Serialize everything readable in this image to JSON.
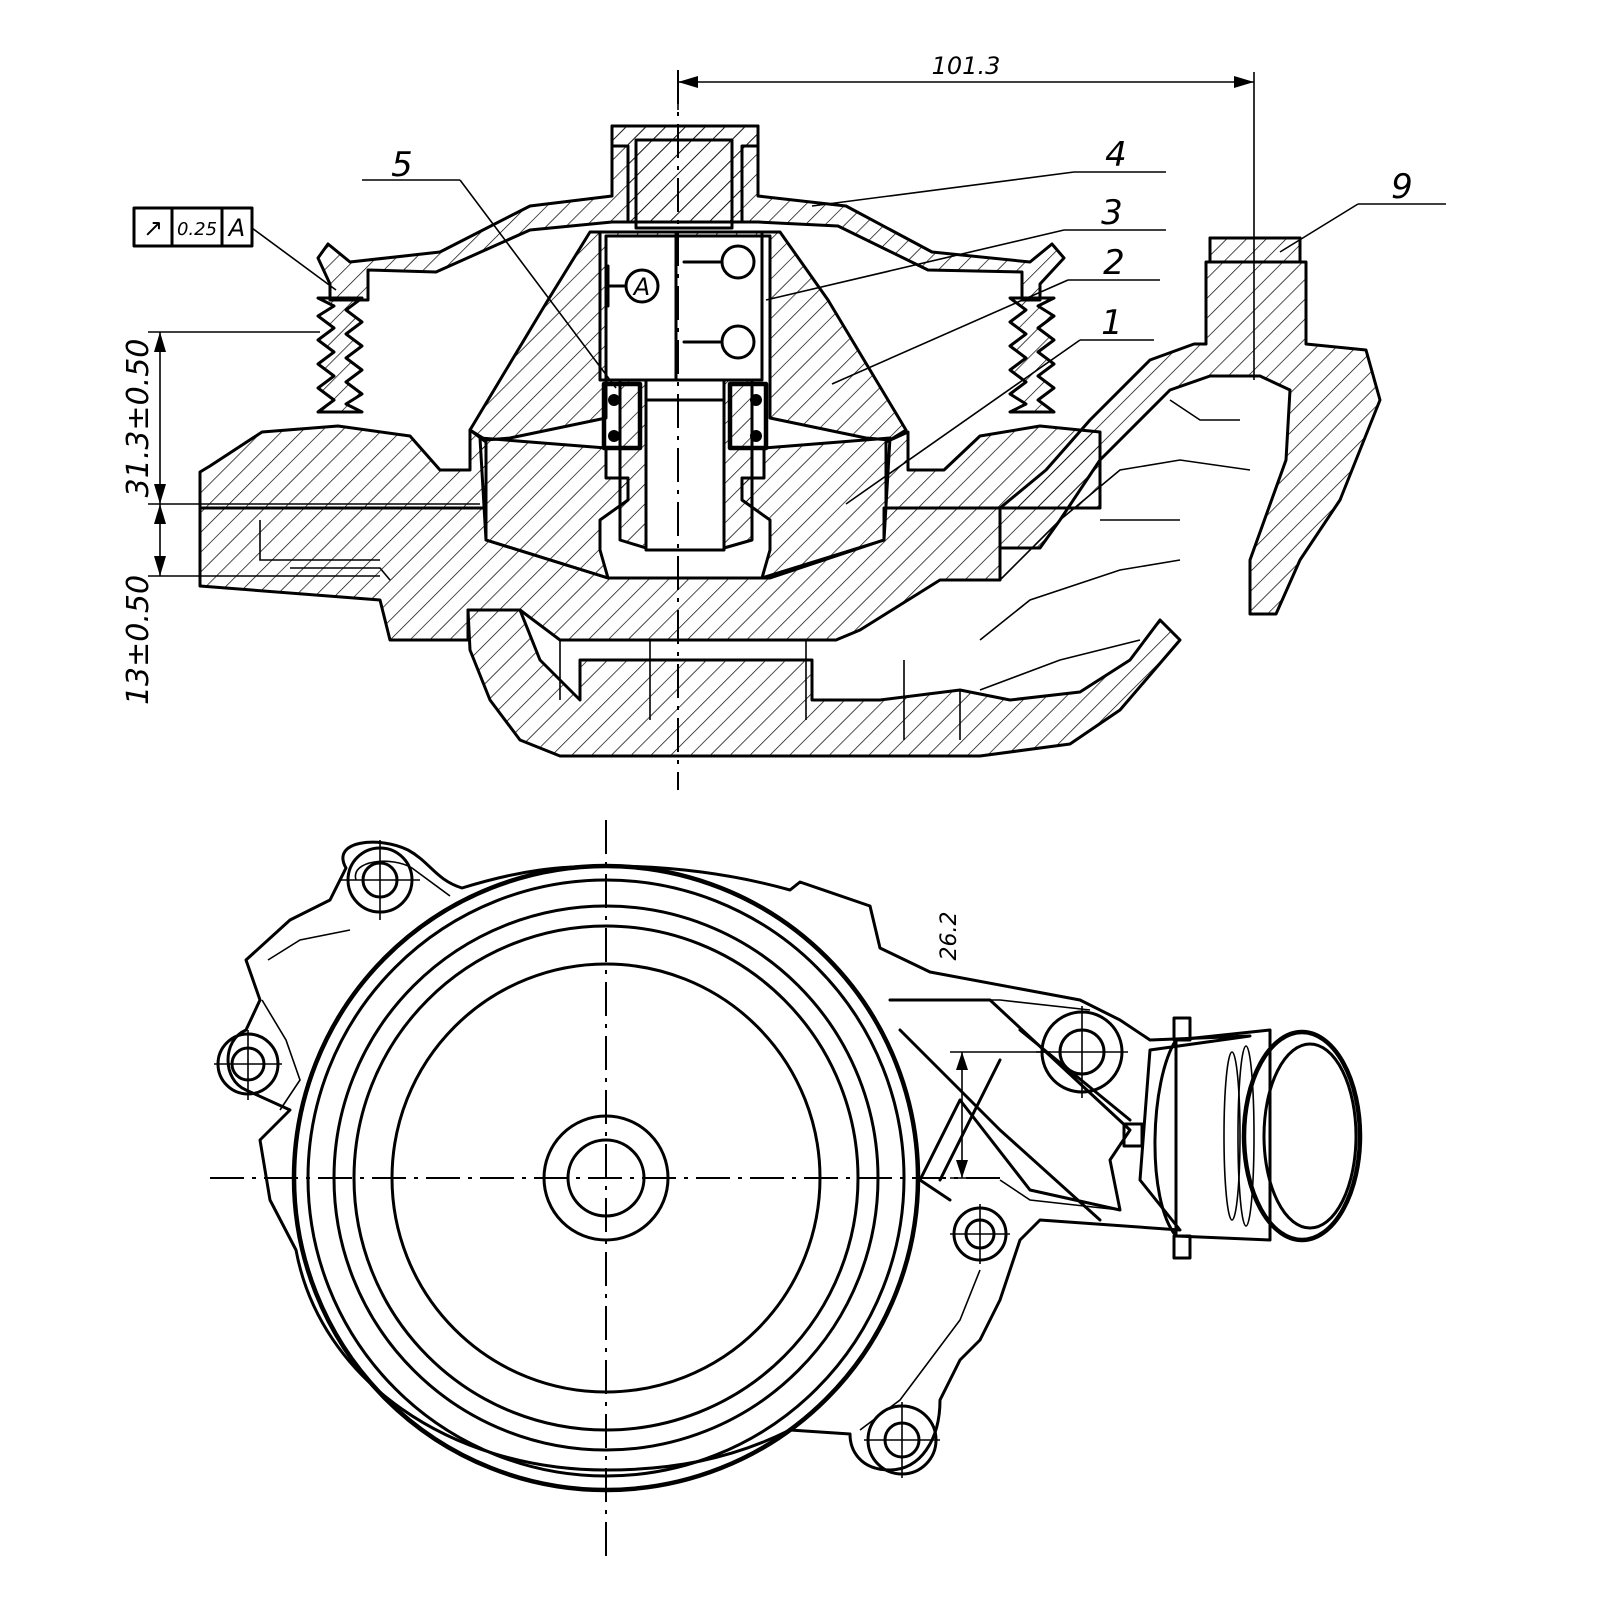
{
  "callouts": {
    "c1": "1",
    "c2": "2",
    "c3": "3",
    "c4": "4",
    "c5": "5",
    "c9": "9"
  },
  "dimensions": {
    "overall_width": "101.3",
    "height_pulley": "31.3±0.50",
    "height_base": "13±0.50",
    "port_offset": "26.2"
  },
  "tolerance_frame": {
    "symbol": "↗",
    "value": "0.25",
    "datum": "A"
  },
  "datum_label": "A"
}
